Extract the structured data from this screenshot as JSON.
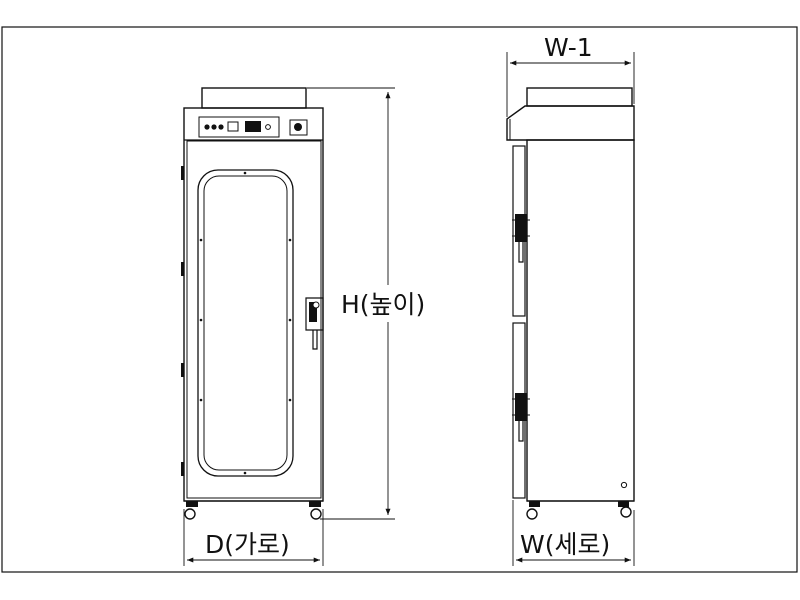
{
  "dimensions": {
    "height_label": "H(높이)",
    "depth_label": "D(가로)",
    "width_label": "W(세로)",
    "top_width_label": "W-1"
  },
  "colors": {
    "line": "#111111",
    "background": "#ffffff"
  }
}
